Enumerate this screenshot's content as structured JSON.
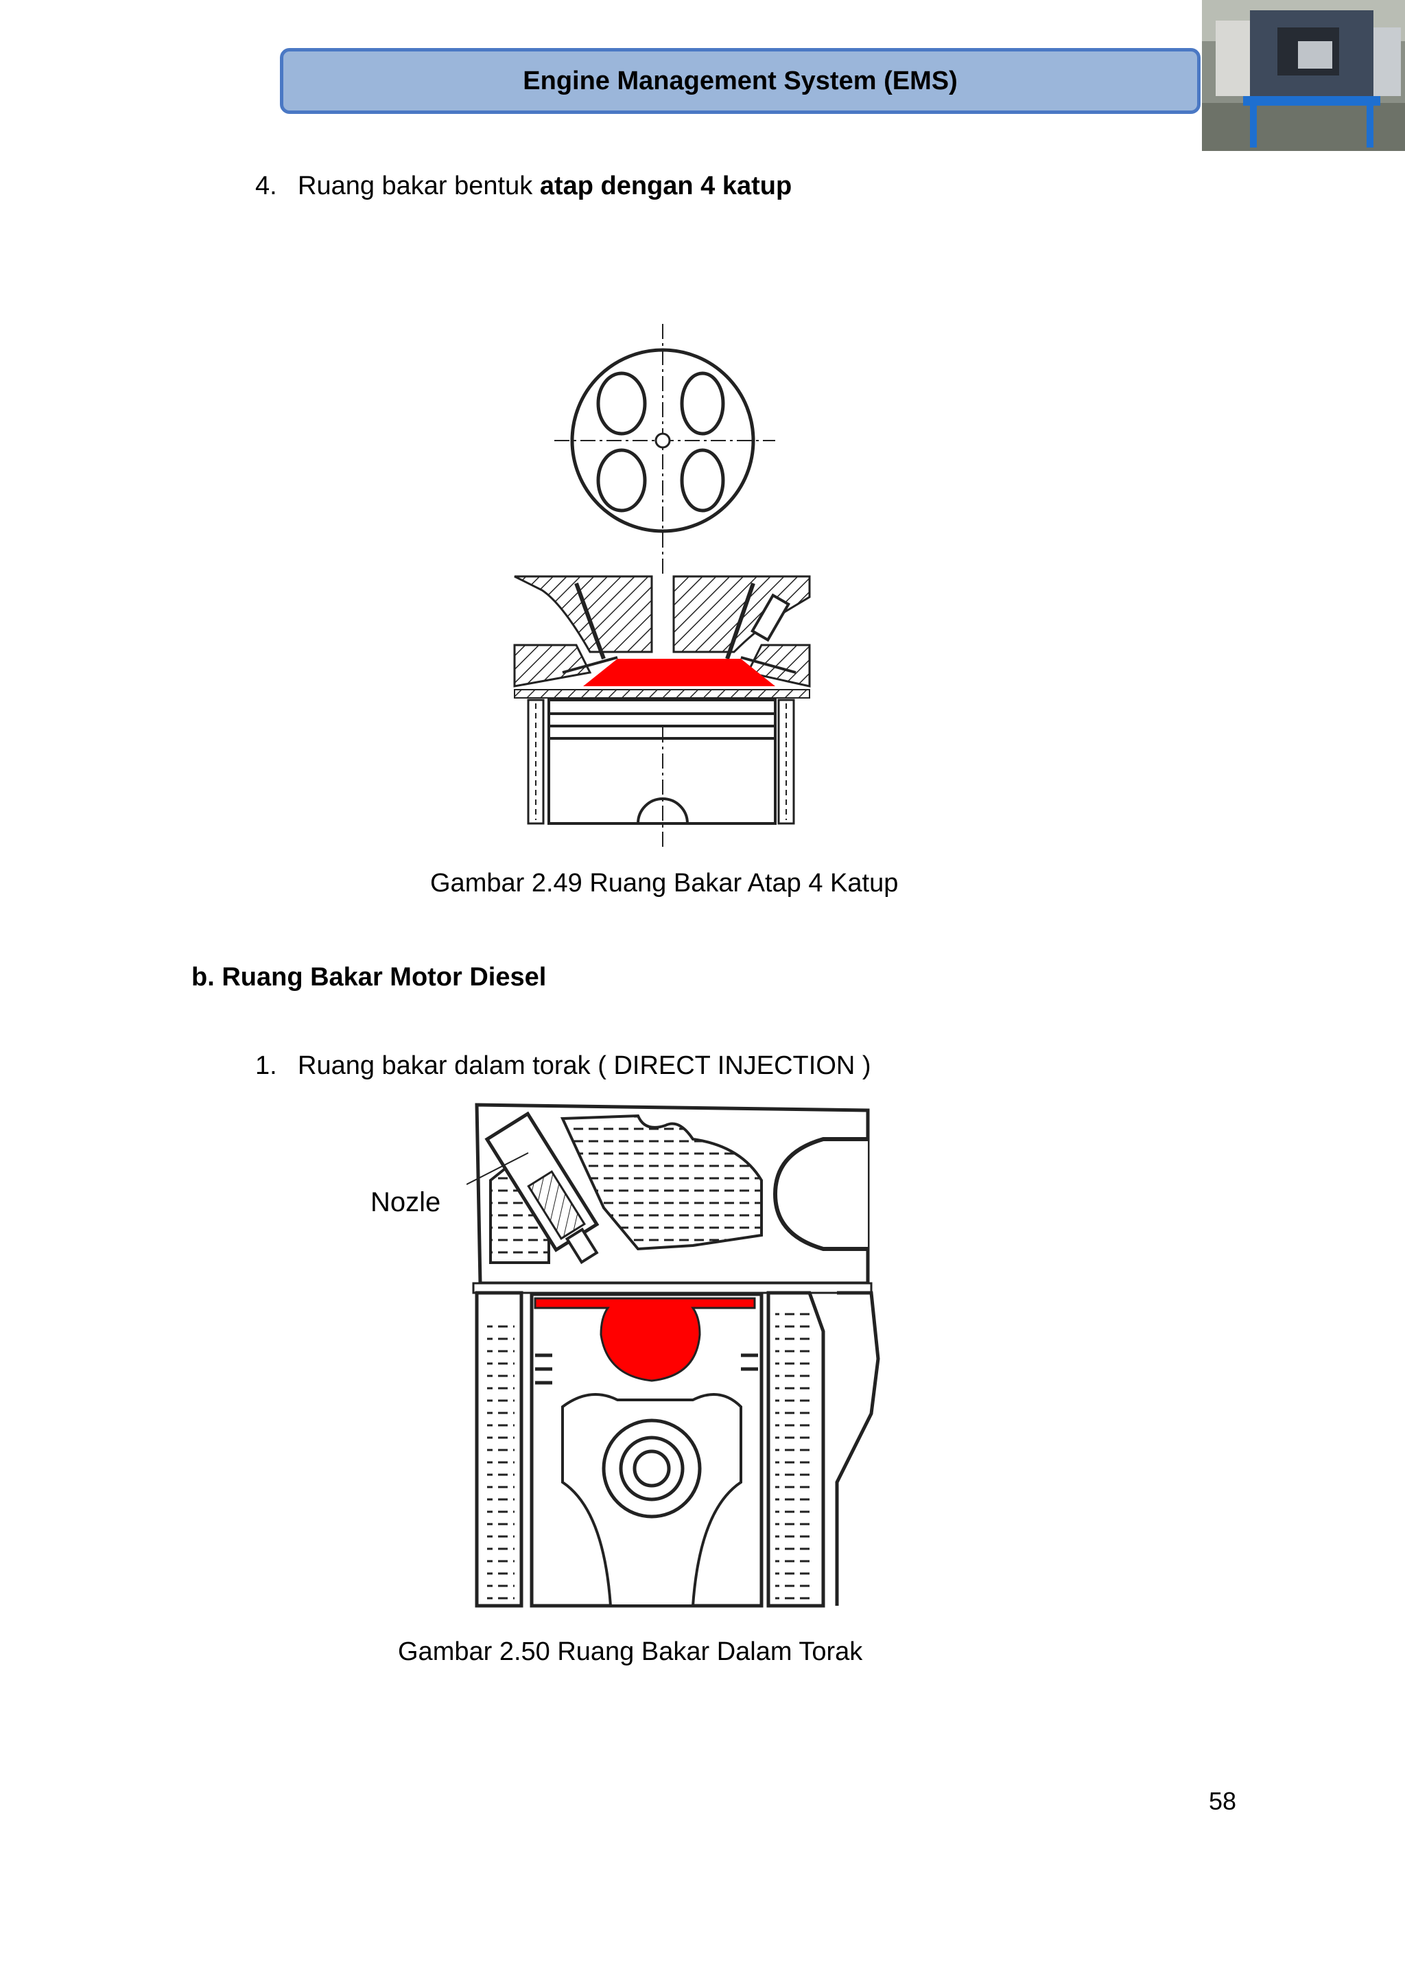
{
  "header": {
    "title": "Engine Management System (EMS)"
  },
  "corner_image": {
    "icon": "engine-stand-photo"
  },
  "item4": {
    "number": "4.",
    "text_prefix": "Ruang bakar bentuk ",
    "text_bold": "atap dengan 4 katup"
  },
  "figure1": {
    "caption": "Gambar 2.49 Ruang Bakar Atap 4 Katup",
    "highlight_color": "#ff0000"
  },
  "section_b": {
    "heading": "b. Ruang Bakar Motor Diesel"
  },
  "item1": {
    "number": "1.",
    "text": "Ruang bakar dalam torak ( DIRECT INJECTION )"
  },
  "figure2": {
    "label": "Nozle",
    "caption": "Gambar 2.50 Ruang Bakar Dalam Torak",
    "highlight_color": "#ff0000"
  },
  "page": {
    "number": "58"
  }
}
